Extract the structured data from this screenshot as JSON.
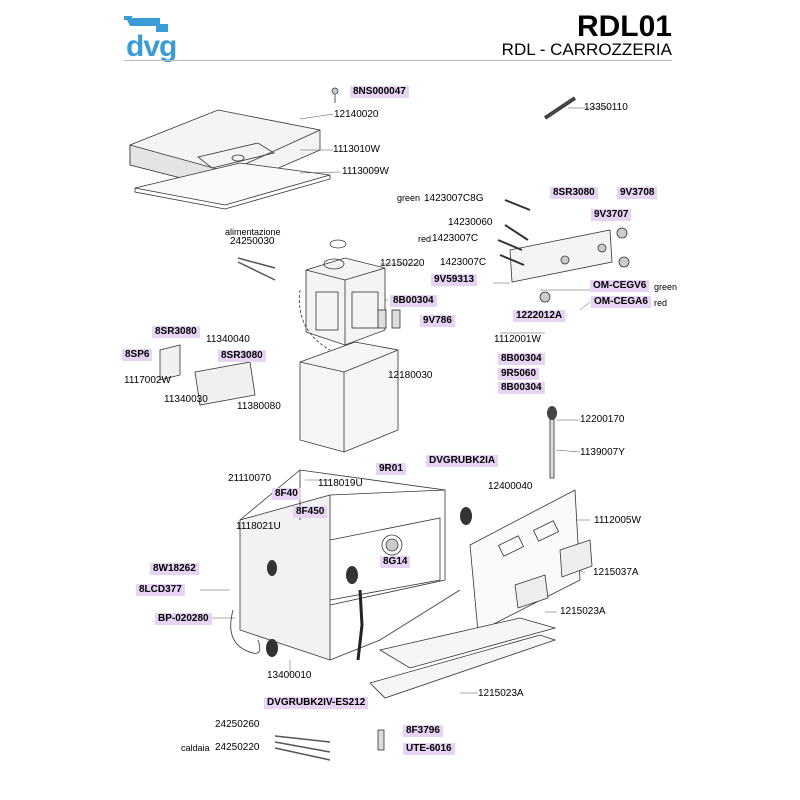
{
  "header": {
    "brand": "dvg",
    "model_code": "RDL01",
    "subtitle": "RDL - CARROZZERIA"
  },
  "parts": {
    "p8NS000047": "8NS000047",
    "p12140020": "12140020",
    "p13350110": "13350110",
    "p1113010W": "1113010W",
    "p1113009W": "1113009W",
    "p1423007C8G": "1423007C8G",
    "p8SR3080a": "8SR3080",
    "p9V3708": "9V3708",
    "p14230060": "14230060",
    "p9V3707": "9V3707",
    "p1423007Ca": "1423007C",
    "p1423007Cb": "1423007C",
    "p24250030": "24250030",
    "p12150220": "12150220",
    "p9V59313": "9V59313",
    "pOMCEGV6": "OM-CEGV6",
    "pOMCEGA6": "OM-CEGA6",
    "p8B00304a": "8B00304",
    "p1222012A": "1222012A",
    "p9V786": "9V786",
    "p1112001W": "1112001W",
    "p8SR3080b": "8SR3080",
    "p11340040": "11340040",
    "p8SP6": "8SP6",
    "p8SR3080c": "8SR3080",
    "p1117002W": "1117002W",
    "p11340030": "11340030",
    "p11380080": "11380080",
    "p12180030": "12180030",
    "p8B00304b": "8B00304",
    "p9R5060": "9R5060",
    "p8B00304c": "8B00304",
    "p12200170": "12200170",
    "p1139007Y": "1139007Y",
    "p21110070": "21110070",
    "p9R01": "9R01",
    "pDVGRUBK2IA": "DVGRUBK2IA",
    "p1118019U": "1118019U",
    "p8F40": "8F40",
    "p12400040": "12400040",
    "p8F450": "8F450",
    "p1118021U": "1118021U",
    "p1112005W": "1112005W",
    "p8G14": "8G14",
    "p8W18262": "8W18262",
    "p1215037A": "1215037A",
    "p8LCD377": "8LCD377",
    "p1215023Aa": "1215023A",
    "pBP020280": "BP-020280",
    "p13400010": "13400010",
    "p1215023Ab": "1215023A",
    "pDVGRUBK2IVES212": "DVGRUBK2IV-ES212",
    "p24250260": "24250260",
    "p8F3796": "8F3796",
    "p24250220": "24250220",
    "pUTE6016": "UTE-6016"
  },
  "notes": {
    "green1": "green",
    "red1": "red",
    "alimentazione": "alimentazione",
    "green2": "green",
    "red2": "red",
    "caldaia": "caldaia"
  }
}
